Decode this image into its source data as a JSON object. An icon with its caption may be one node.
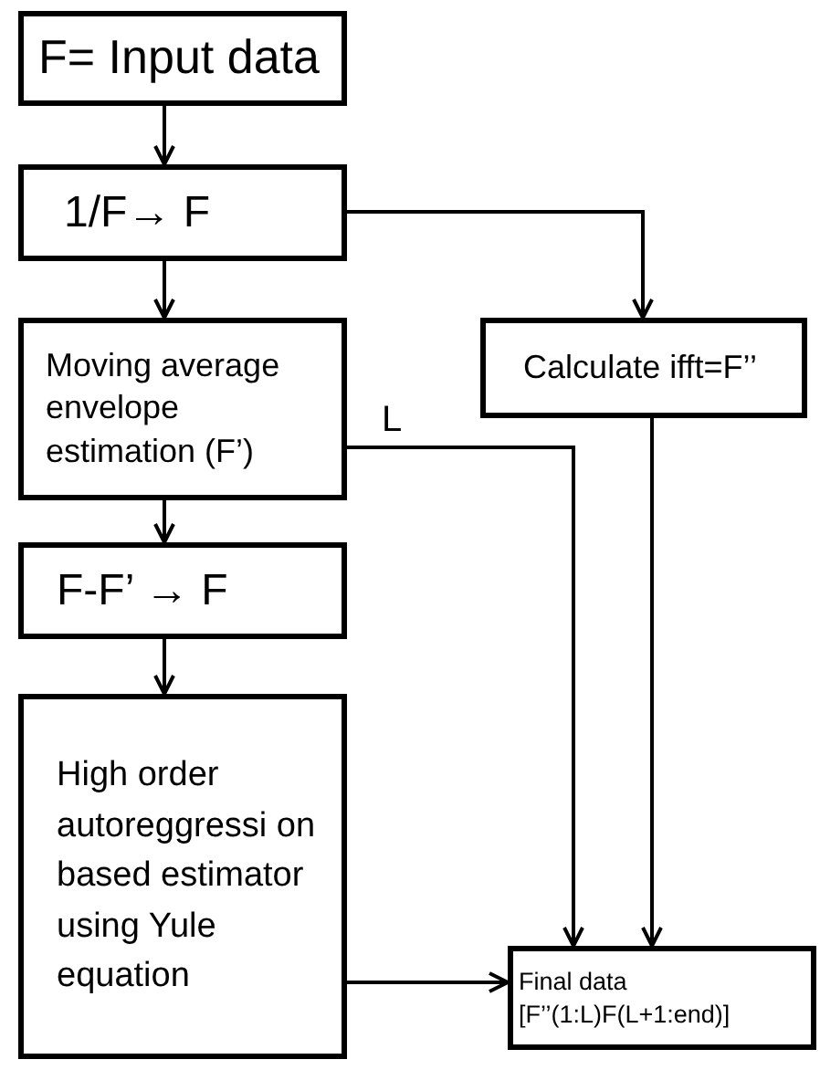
{
  "diagram": {
    "nodes": [
      {
        "text": [
          "F= Input data"
        ]
      },
      {
        "text": [
          "1/F→ F"
        ]
      },
      {
        "text": [
          "Moving average envelope estimation (F’)"
        ]
      },
      {
        "text": [
          "Calculate ifft=F’’"
        ]
      },
      {
        "text": [
          "F-F’ → F"
        ]
      },
      {
        "text": [
          "High order autoreggressi on based estimator using Yule equation"
        ]
      },
      {
        "text": [
          "Final data [F’’(1:L)F(L+1:end)]"
        ]
      }
    ],
    "edges": [
      {
        "from": 0,
        "to": 1,
        "arrow": "to"
      },
      {
        "from": 1,
        "to": 2,
        "arrow": "to"
      },
      {
        "from": 1,
        "to": 3,
        "arrow": "to"
      },
      {
        "from": 2,
        "to": 4,
        "arrow": "to"
      },
      {
        "from": 4,
        "to": 5,
        "arrow": "to"
      },
      {
        "from": 2,
        "to": 6,
        "arrow": "to",
        "label": "L"
      },
      {
        "from": 3,
        "to": 6,
        "arrow": "to"
      },
      {
        "from": 5,
        "to": 6,
        "arrow": "to"
      }
    ]
  }
}
